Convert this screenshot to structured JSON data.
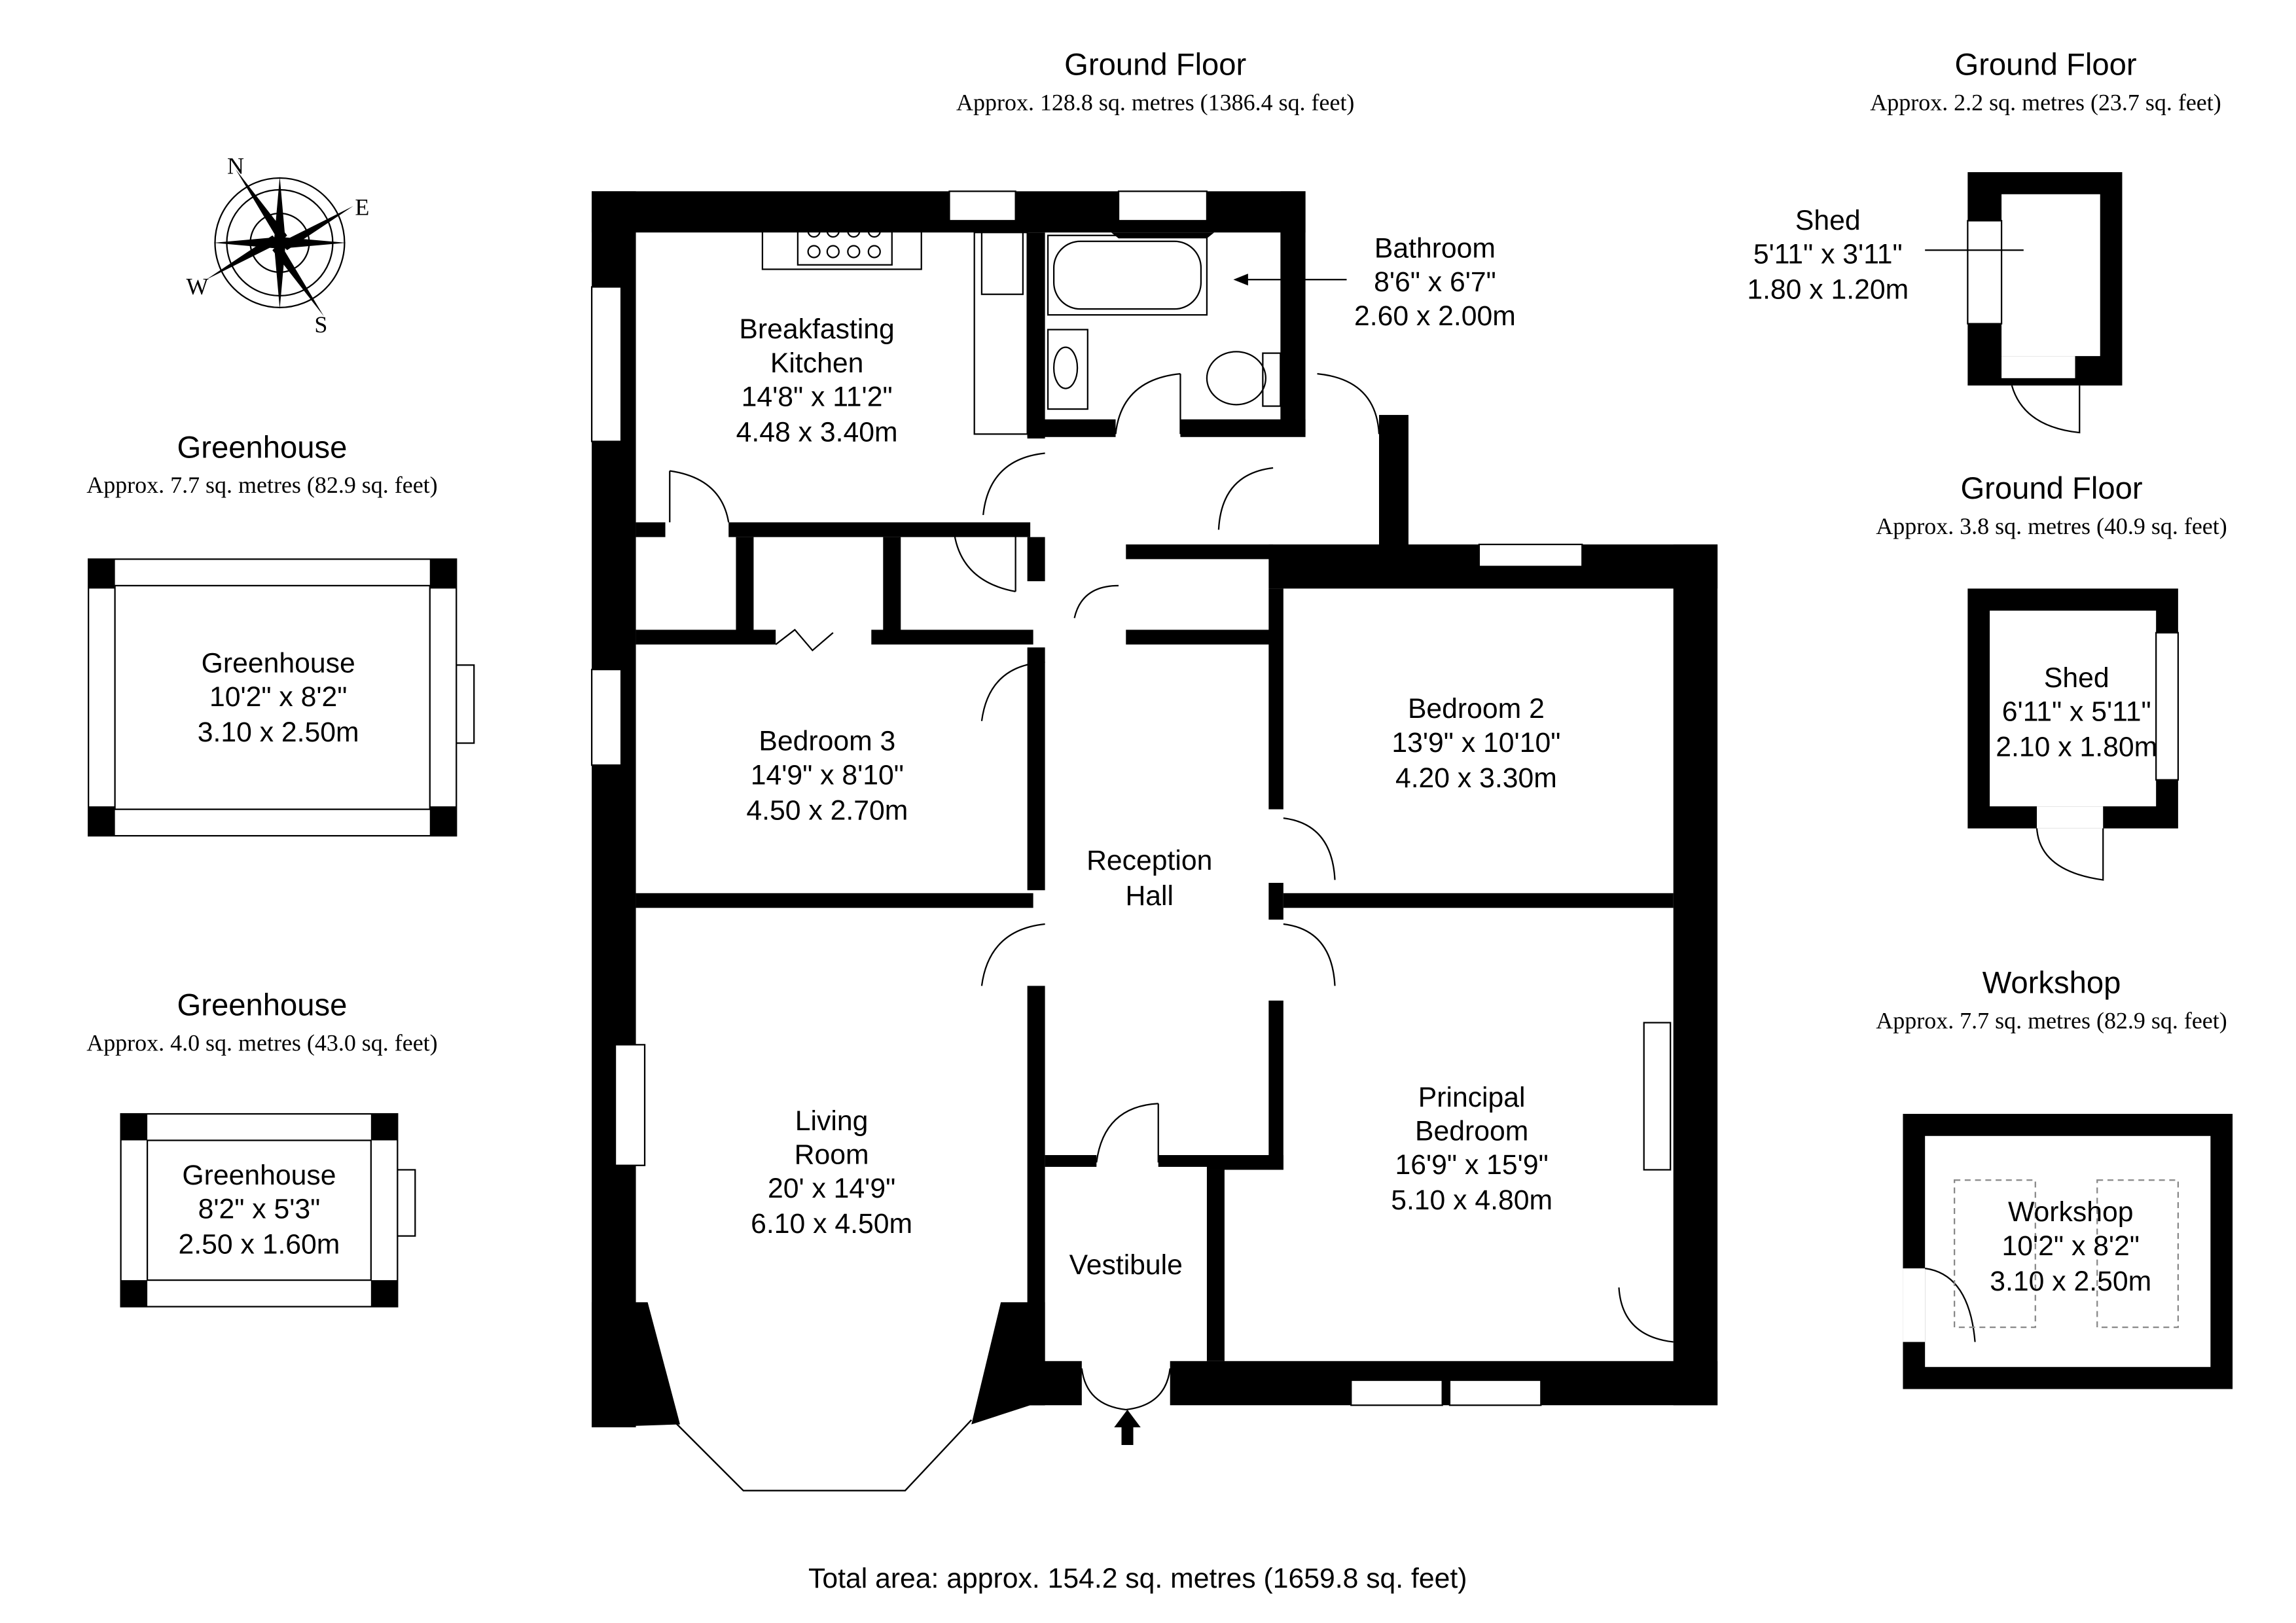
{
  "main_floor": {
    "title": "Ground Floor",
    "area": "Approx. 128.8 sq. metres (1386.4 sq. feet)"
  },
  "rooms": {
    "kitchen": {
      "name1": "Breakfasting",
      "name2": "Kitchen",
      "imperial": "14'8\" x 11'2\"",
      "metric": "4.48 x 3.40m"
    },
    "bathroom": {
      "name": "Bathroom",
      "imperial": "8'6\" x 6'7\"",
      "metric": "2.60 x 2.00m"
    },
    "bedroom3": {
      "name": "Bedroom 3",
      "imperial": "14'9\" x 8'10\"",
      "metric": "4.50 x 2.70m"
    },
    "bedroom2": {
      "name": "Bedroom 2",
      "imperial": "13'9\" x 10'10\"",
      "metric": "4.20 x 3.30m"
    },
    "reception": {
      "name1": "Reception",
      "name2": "Hall"
    },
    "living": {
      "name1": "Living",
      "name2": "Room",
      "imperial": "20' x 14'9\"",
      "metric": "6.10 x 4.50m"
    },
    "principal": {
      "name1": "Principal",
      "name2": "Bedroom",
      "imperial": "16'9\" x 15'9\"",
      "metric": "5.10 x 4.80m"
    },
    "vestibule": {
      "name": "Vestibule"
    }
  },
  "greenhouse1": {
    "title": "Greenhouse",
    "area": "Approx. 7.7 sq. metres (82.9 sq. feet)",
    "name": "Greenhouse",
    "imperial": "10'2\" x 8'2\"",
    "metric": "3.10 x 2.50m"
  },
  "greenhouse2": {
    "title": "Greenhouse",
    "area": "Approx. 4.0 sq. metres (43.0 sq. feet)",
    "name": "Greenhouse",
    "imperial": "8'2\" x 5'3\"",
    "metric": "2.50 x 1.60m"
  },
  "shed1": {
    "title": "Ground Floor",
    "area": "Approx. 2.2 sq. metres (23.7 sq. feet)",
    "name": "Shed",
    "imperial": "5'11\" x 3'11\"",
    "metric": "1.80 x 1.20m"
  },
  "shed2": {
    "title": "Ground Floor",
    "area": "Approx. 3.8 sq. metres (40.9 sq. feet)",
    "name": "Shed",
    "imperial": "6'11\" x 5'11\"",
    "metric": "2.10 x 1.80m"
  },
  "workshop": {
    "title": "Workshop",
    "area": "Approx. 7.7 sq. metres (82.9 sq. feet)",
    "name": "Workshop",
    "imperial": "10'2\" x 8'2\"",
    "metric": "3.10 x 2.50m"
  },
  "compass": {
    "n": "N",
    "e": "E",
    "s": "S",
    "w": "W"
  },
  "total_area": "Total area: approx. 154.2 sq. metres (1659.8 sq. feet)"
}
